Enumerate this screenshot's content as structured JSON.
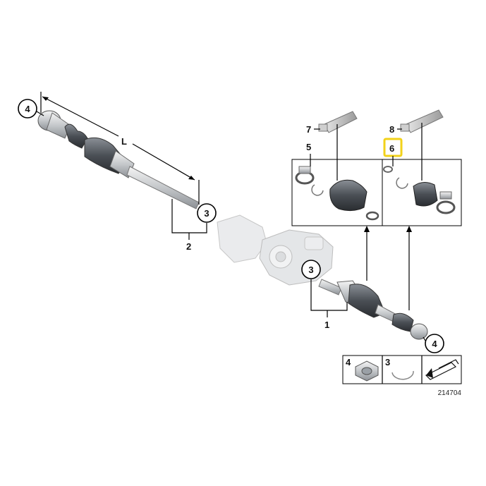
{
  "callouts": {
    "c4_left": "4",
    "c3_left": "3",
    "c2": "2",
    "c3_mid": "3",
    "c1": "1",
    "c4_right": "4",
    "c7": "7",
    "c5": "5",
    "c8": "8",
    "c6": "6",
    "dimension_L": "L"
  },
  "legend": {
    "item_4": "4",
    "item_3": "3"
  },
  "drawing_number": "214704",
  "highlight_color": "#f2d21a"
}
